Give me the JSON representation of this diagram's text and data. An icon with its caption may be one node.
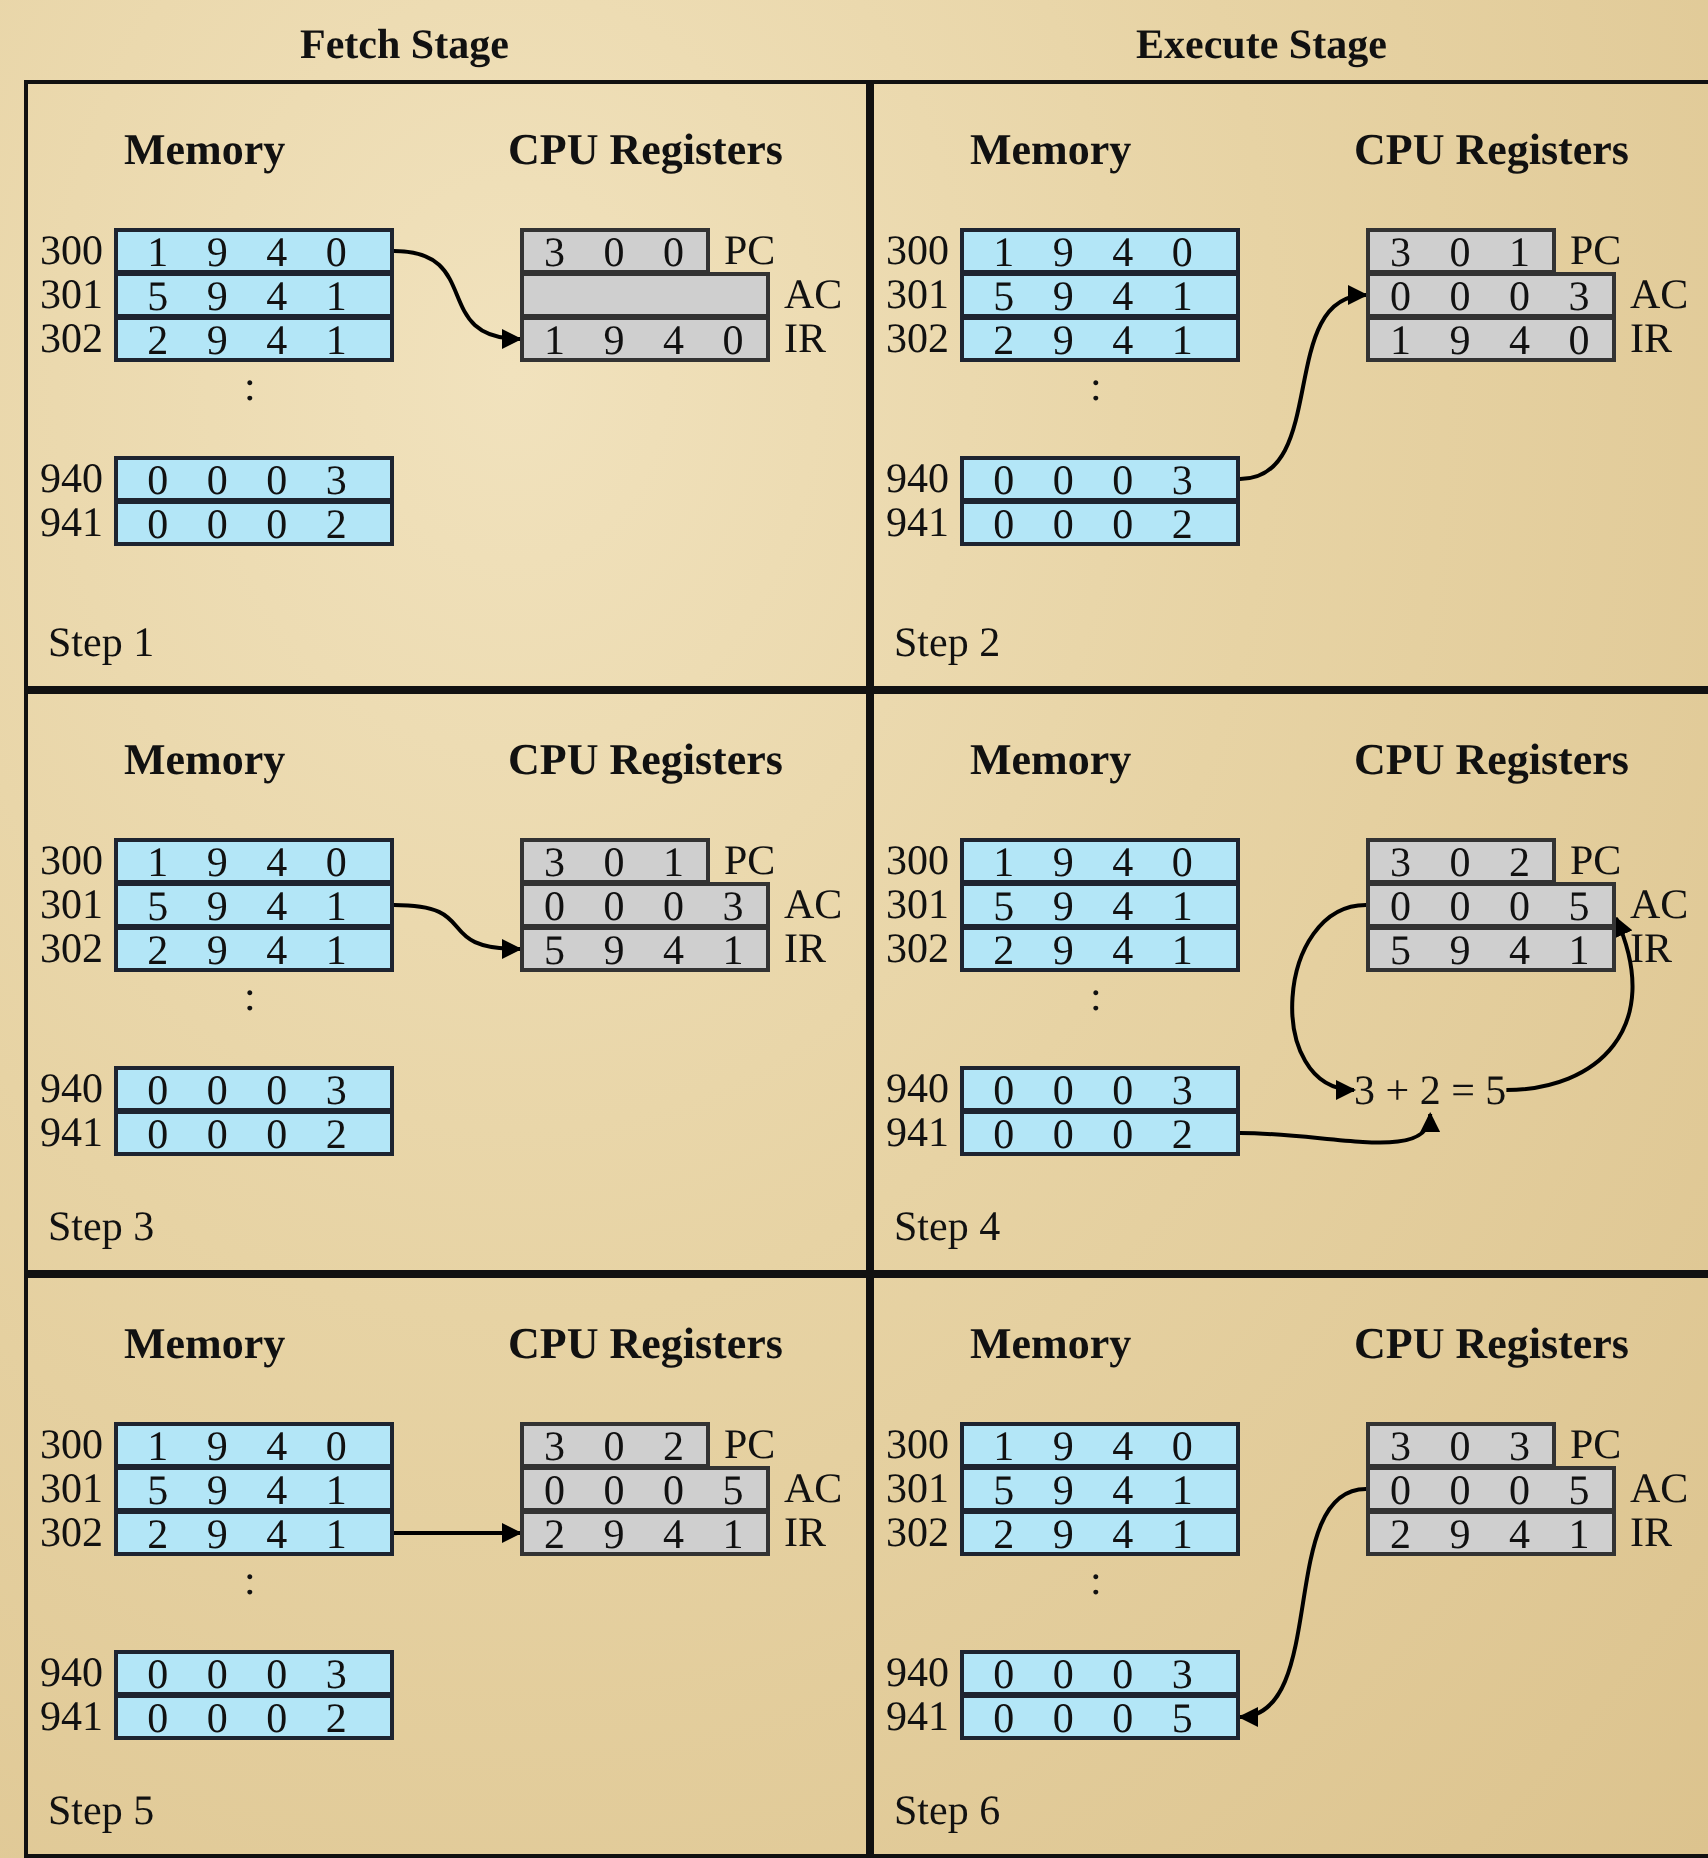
{
  "diagram": {
    "nodes": [
      {
        "text": [
          "Memory",
          "CPU Registers",
          ":",
          "Step 1"
        ]
      },
      {
        "text": [
          "1 9 4 0"
        ],
        "beside": [
          "300"
        ],
        "in": 0
      },
      {
        "text": [
          "3 0 0"
        ],
        "beside": [
          "PC"
        ],
        "in": 0
      },
      {
        "text": [
          "5 9 4 1"
        ],
        "beside": [
          "301"
        ],
        "in": 0
      },
      {
        "text": [],
        "shape": "box",
        "beside": [
          "AC"
        ],
        "in": 0
      },
      {
        "text": [
          "2 9 4 1"
        ],
        "beside": [
          "302"
        ],
        "in": 0
      },
      {
        "text": [
          "1 9 4 0"
        ],
        "beside": [
          "IR"
        ],
        "in": 0
      },
      {
        "text": [
          "0 0 0 3"
        ],
        "beside": [
          "940"
        ],
        "in": 0
      },
      {
        "text": [
          "0 0 0 2"
        ],
        "beside": [
          "941"
        ],
        "in": 0
      },
      {
        "text": [
          "Memory",
          "CPU Registers",
          ":",
          "Step 2"
        ]
      },
      {
        "text": [
          "1 9 4 0"
        ],
        "beside": [
          "300"
        ],
        "in": 9
      },
      {
        "text": [
          "3 0 1"
        ],
        "beside": [
          "PC"
        ],
        "in": 9
      },
      {
        "text": [
          "5 9 4 1"
        ],
        "beside": [
          "301"
        ],
        "in": 9
      },
      {
        "text": [
          "0 0 0 3"
        ],
        "beside": [
          "AC"
        ],
        "in": 9
      },
      {
        "text": [
          "2 9 4 1"
        ],
        "beside": [
          "302"
        ],
        "in": 9
      },
      {
        "text": [
          "1 9 4 0"
        ],
        "beside": [
          "IR"
        ],
        "in": 9
      },
      {
        "text": [
          "0 0 0 3"
        ],
        "beside": [
          "940"
        ],
        "in": 9
      },
      {
        "text": [
          "0 0 0 2"
        ],
        "beside": [
          "941"
        ],
        "in": 9
      },
      {
        "text": [
          "Memory",
          "CPU Registers",
          ":",
          "Step 3"
        ]
      },
      {
        "text": [
          "1 9 4 0"
        ],
        "beside": [
          "300"
        ],
        "in": 18
      },
      {
        "text": [
          "3 0 1"
        ],
        "beside": [
          "PC"
        ],
        "in": 18
      },
      {
        "text": [
          "5 9 4 1"
        ],
        "beside": [
          "301"
        ],
        "in": 18
      },
      {
        "text": [
          "0 0 0 3"
        ],
        "beside": [
          "AC"
        ],
        "in": 18
      },
      {
        "text": [
          "2 9 4 1"
        ],
        "beside": [
          "302"
        ],
        "in": 18
      },
      {
        "text": [
          "5 9 4 1"
        ],
        "beside": [
          "IR"
        ],
        "in": 18
      },
      {
        "text": [
          "0 0 0 3"
        ],
        "beside": [
          "940"
        ],
        "in": 18
      },
      {
        "text": [
          "0 0 0 2"
        ],
        "beside": [
          "941"
        ],
        "in": 18
      },
      {
        "text": [
          "Memory",
          "CPU Registers",
          ":",
          "Step 4"
        ]
      },
      {
        "text": [
          "1 9 4 0"
        ],
        "beside": [
          "300"
        ],
        "in": 27
      },
      {
        "text": [
          "3 0 2"
        ],
        "beside": [
          "PC"
        ],
        "in": 27
      },
      {
        "text": [
          "5 9 4 1"
        ],
        "beside": [
          "301"
        ],
        "in": 27
      },
      {
        "text": [
          "0 0 0 5"
        ],
        "beside": [
          "AC"
        ],
        "in": 27
      },
      {
        "text": [
          "2 9 4 1"
        ],
        "beside": [
          "302"
        ],
        "in": 27
      },
      {
        "text": [
          "5 9 4 1"
        ],
        "beside": [
          "IR"
        ],
        "in": 27
      },
      {
        "text": [
          "0 0 0 3"
        ],
        "beside": [
          "940"
        ],
        "in": 27
      },
      {
        "text": [
          "3 + 2 = 5"
        ],
        "in": 27
      },
      {
        "text": [
          "0 0 0 2"
        ],
        "beside": [
          "941"
        ],
        "in": 27
      },
      {
        "text": [
          "Memory",
          "CPU Registers",
          ":",
          "Step 5"
        ]
      },
      {
        "text": [
          "1 9 4 0"
        ],
        "beside": [
          "300"
        ],
        "in": 37
      },
      {
        "text": [
          "3 0 2"
        ],
        "beside": [
          "PC"
        ],
        "in": 37
      },
      {
        "text": [
          "5 9 4 1"
        ],
        "beside": [
          "301"
        ],
        "in": 37
      },
      {
        "text": [
          "0 0 0 5"
        ],
        "beside": [
          "AC"
        ],
        "in": 37
      },
      {
        "text": [
          "2 9 4 1"
        ],
        "beside": [
          "302"
        ],
        "in": 37
      },
      {
        "text": [
          "2 9 4 1"
        ],
        "beside": [
          "IR"
        ],
        "in": 37
      },
      {
        "text": [
          "0 0 0 3"
        ],
        "beside": [
          "940"
        ],
        "in": 37
      },
      {
        "text": [
          "0 0 0 2"
        ],
        "beside": [
          "941"
        ],
        "in": 37
      },
      {
        "text": [
          "Memory",
          "CPU Registers",
          ":",
          "Step 6"
        ]
      },
      {
        "text": [
          "1 9 4 0"
        ],
        "beside": [
          "300"
        ],
        "in": 46
      },
      {
        "text": [
          "3 0 3"
        ],
        "beside": [
          "PC"
        ],
        "in": 46
      },
      {
        "text": [
          "5 9 4 1"
        ],
        "beside": [
          "301"
        ],
        "in": 46
      },
      {
        "text": [
          "0 0 0 5"
        ],
        "beside": [
          "AC"
        ],
        "in": 46
      },
      {
        "text": [
          "2 9 4 1"
        ],
        "beside": [
          "302"
        ],
        "in": 46
      },
      {
        "text": [
          "2 9 4 1"
        ],
        "beside": [
          "IR"
        ],
        "in": 46
      },
      {
        "text": [
          "0 0 0 3"
        ],
        "beside": [
          "940"
        ],
        "in": 46
      },
      {
        "text": [
          "0 0 0 5"
        ],
        "beside": [
          "941"
        ],
        "in": 46
      }
    ],
    "edges": [
      {
        "from": 1,
        "to": 6,
        "arrow": "to"
      },
      {
        "from": 16,
        "to": 13,
        "arrow": "to"
      },
      {
        "from": 21,
        "to": 24,
        "arrow": "to"
      },
      {
        "from": 31,
        "to": 35,
        "arrow": "to"
      },
      {
        "from": 36,
        "to": 35,
        "arrow": "to"
      },
      {
        "from": 35,
        "to": 31,
        "arrow": "to"
      },
      {
        "from": 42,
        "to": 43,
        "arrow": "to"
      },
      {
        "from": 50,
        "to": 54,
        "arrow": "to"
      }
    ],
    "labels": [
      "Fetch Stage",
      "Execute Stage"
    ]
  }
}
